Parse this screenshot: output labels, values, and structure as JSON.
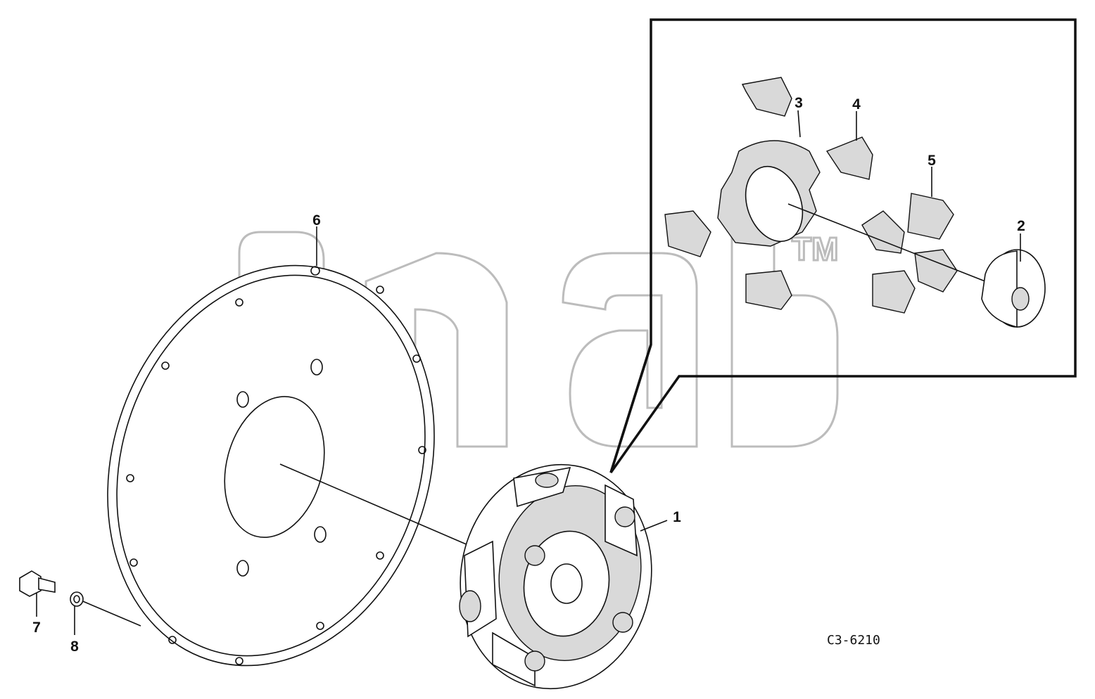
{
  "watermark": {
    "text": "TM"
  },
  "drawing_code": "C3-6210",
  "callouts": [
    {
      "id": "1",
      "text": "1"
    },
    {
      "id": "2",
      "text": "2"
    },
    {
      "id": "3",
      "text": "3"
    },
    {
      "id": "4",
      "text": "4"
    },
    {
      "id": "5",
      "text": "5"
    },
    {
      "id": "6",
      "text": "6"
    },
    {
      "id": "7",
      "text": "7"
    },
    {
      "id": "8",
      "text": "8"
    }
  ]
}
